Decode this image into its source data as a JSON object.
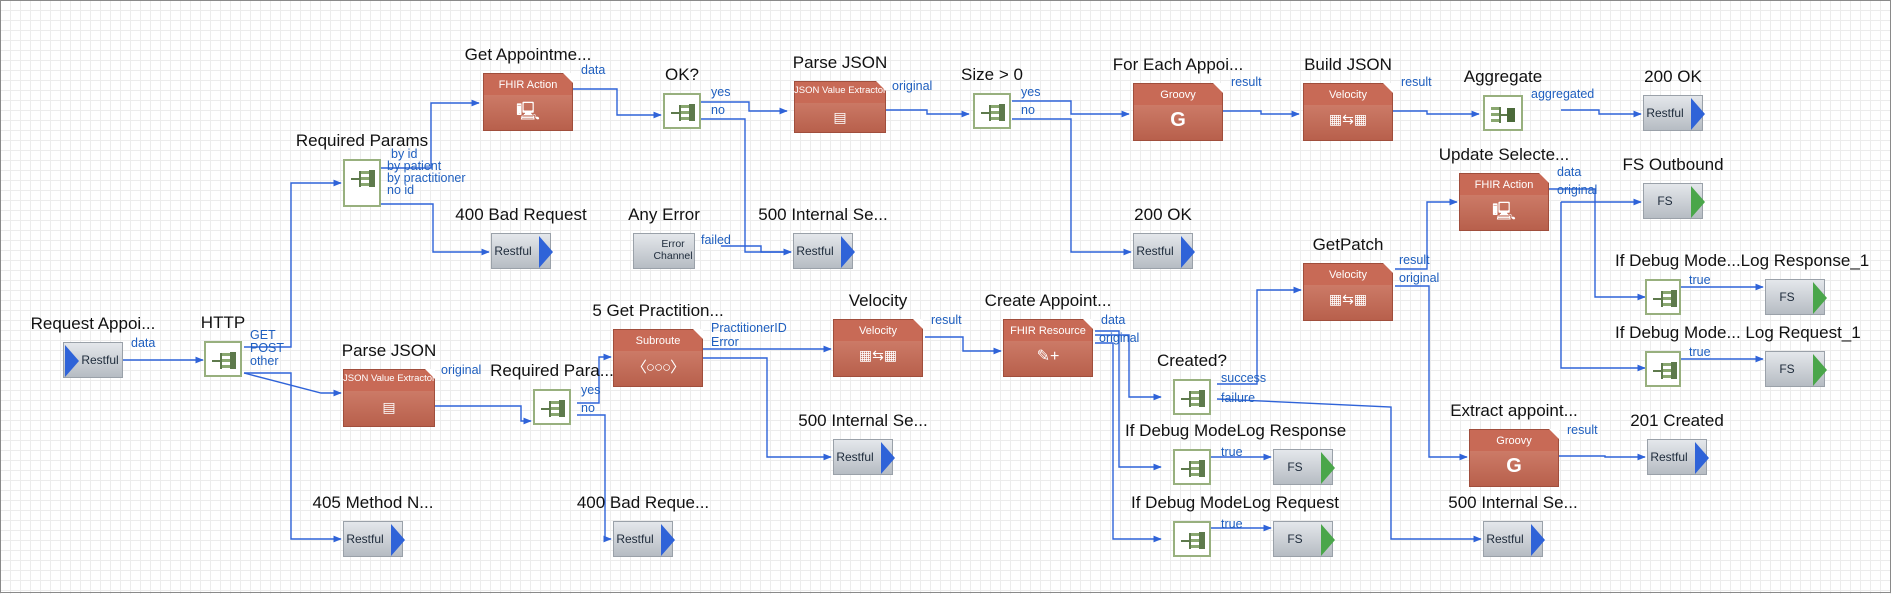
{
  "nodes": {
    "request_appoi": {
      "title": "Request Appoi...",
      "label": "Restful"
    },
    "http": {
      "title": "HTTP"
    },
    "required_params": {
      "title": "Required Params"
    },
    "get_appointme": {
      "title": "Get Appointme...",
      "label": "FHIR Action"
    },
    "ok": {
      "title": "OK?"
    },
    "parse_json_top": {
      "title": "Parse JSON",
      "label": "JSON Value Extractor"
    },
    "size_gt_0": {
      "title": "Size > 0"
    },
    "for_each_appoi": {
      "title": "For Each Appoi...",
      "label": "Groovy",
      "glyph": "G"
    },
    "build_json": {
      "title": "Build JSON",
      "label": "Velocity"
    },
    "aggregate": {
      "title": "Aggregate"
    },
    "ok_200_top": {
      "title": "200 OK",
      "label": "Restful"
    },
    "bad_request_400_top": {
      "title": "400 Bad Request",
      "label": "Restful"
    },
    "any_error": {
      "title": "Any Error",
      "label": "Error Channel"
    },
    "internal_500_top": {
      "title": "500 Internal Se...",
      "label": "Restful"
    },
    "ok_200_mid": {
      "title": "200 OK",
      "label": "Restful"
    },
    "update_selecte": {
      "title": "Update Selecte...",
      "label": "FHIR Action"
    },
    "fs_outbound": {
      "title": "FS Outbound",
      "label": "FS"
    },
    "getpatch": {
      "title": "GetPatch",
      "label": "Velocity"
    },
    "if_debug_log_response_1": {
      "title": "If Debug Mode...Log Response_1"
    },
    "fs_log_response_1": {
      "label": "FS"
    },
    "if_debug_log_request_1": {
      "title": "If Debug Mode... Log Request_1"
    },
    "fs_log_request_1": {
      "label": "FS"
    },
    "parse_json_bottom": {
      "title": "Parse JSON",
      "label": "JSON Value Extractor"
    },
    "required_para": {
      "title": "Required Para..."
    },
    "get_practition": {
      "title": "5 Get Practition...",
      "label": "Subroute"
    },
    "velocity": {
      "title": "Velocity",
      "label": "Velocity"
    },
    "create_appoint": {
      "title": "Create Appoint...",
      "label": "FHIR Resource"
    },
    "created": {
      "title": "Created?"
    },
    "internal_500_mid": {
      "title": "500 Internal Se...",
      "label": "Restful"
    },
    "if_debug_log_response": {
      "title": "If Debug ModeLog Response"
    },
    "fs_log_response": {
      "label": "FS"
    },
    "if_debug_log_request": {
      "title": "If Debug ModeLog Request"
    },
    "fs_log_request": {
      "label": "FS"
    },
    "extract_appoint": {
      "title": "Extract appoint...",
      "label": "Groovy",
      "glyph": "G"
    },
    "created_201": {
      "title": "201 Created",
      "label": "Restful"
    },
    "internal_500_bottom": {
      "title": "500 Internal Se...",
      "label": "Restful"
    },
    "method_405": {
      "title": "405 Method N...",
      "label": "Restful"
    },
    "bad_request_400_bottom": {
      "title": "400 Bad Reque...",
      "label": "Restful"
    }
  },
  "ports": {
    "request_appoi_data": "data",
    "http_get": "GET",
    "http_post": "POST",
    "http_other": "other",
    "rp_by_id": "by id",
    "rp_by_patient": "by patient",
    "rp_by_practitioner": "by practitioner",
    "rp_no_id": "no id",
    "get_appointme_data": "data",
    "ok_yes": "yes",
    "ok_no": "no",
    "parse_top_original": "original",
    "size_yes": "yes",
    "size_no": "no",
    "for_each_result": "result",
    "build_json_result": "result",
    "aggregate_aggregated": "aggregated",
    "any_error_failed": "failed",
    "update_data": "data",
    "update_original": "original",
    "getpatch_result": "result",
    "getpatch_original": "original",
    "debug_resp1_true": "true",
    "debug_req1_true": "true",
    "parse_bottom_original": "original",
    "rpara_yes": "yes",
    "rpara_no": "no",
    "sub_practitionerid": "PractitionerID",
    "sub_error": "Error",
    "velocity_result": "result",
    "create_data": "data",
    "create_original": "original",
    "created_success": "success",
    "created_failure": "failure",
    "debug_resp_true": "true",
    "debug_req_true": "true",
    "extract_result": "result"
  },
  "colors": {
    "wire": "#2f63d8",
    "component": "#c86a56",
    "router_border": "#98b07e",
    "endpoint": "#c5cad0",
    "restful_arrow": "#2f63d8",
    "fs_arrow": "#4aa64a"
  },
  "icons": {
    "fhir_action": "computer-gear-icon",
    "json_extractor": "document-stack-icon",
    "velocity": "template-transform-icon",
    "subroute": "chain-icon",
    "fhir_resource": "edit-add-icon"
  }
}
